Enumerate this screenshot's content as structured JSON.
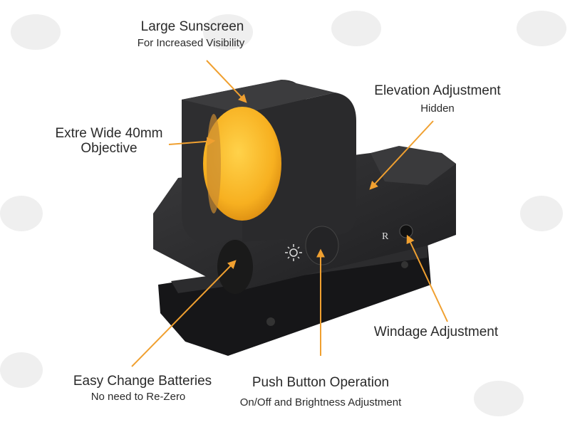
{
  "annotations": {
    "sunscreen": {
      "title": "Large Sunscreen",
      "subtitle": "For Increased Visibility"
    },
    "objective": {
      "title": "Extre Wide 40mm",
      "subtitle": "Objective"
    },
    "elevation": {
      "title": "Elevation  Adjustment",
      "subtitle": "Hidden"
    },
    "windage": {
      "title": "Windage  Adjustment"
    },
    "batteries": {
      "title": "Easy Change Batteries",
      "subtitle": "No need to Re-Zero"
    },
    "push_button": {
      "title": "Push Button Operation",
      "subtitle": "On/Off and Brightness Adjustment"
    }
  },
  "product": {
    "knob_letter": "R"
  },
  "colors": {
    "arrow": "#f0a030",
    "body": "#2b2b2d",
    "lens": "#f7b82a",
    "text": "#2a2a2a",
    "watermark": "#ececec"
  }
}
